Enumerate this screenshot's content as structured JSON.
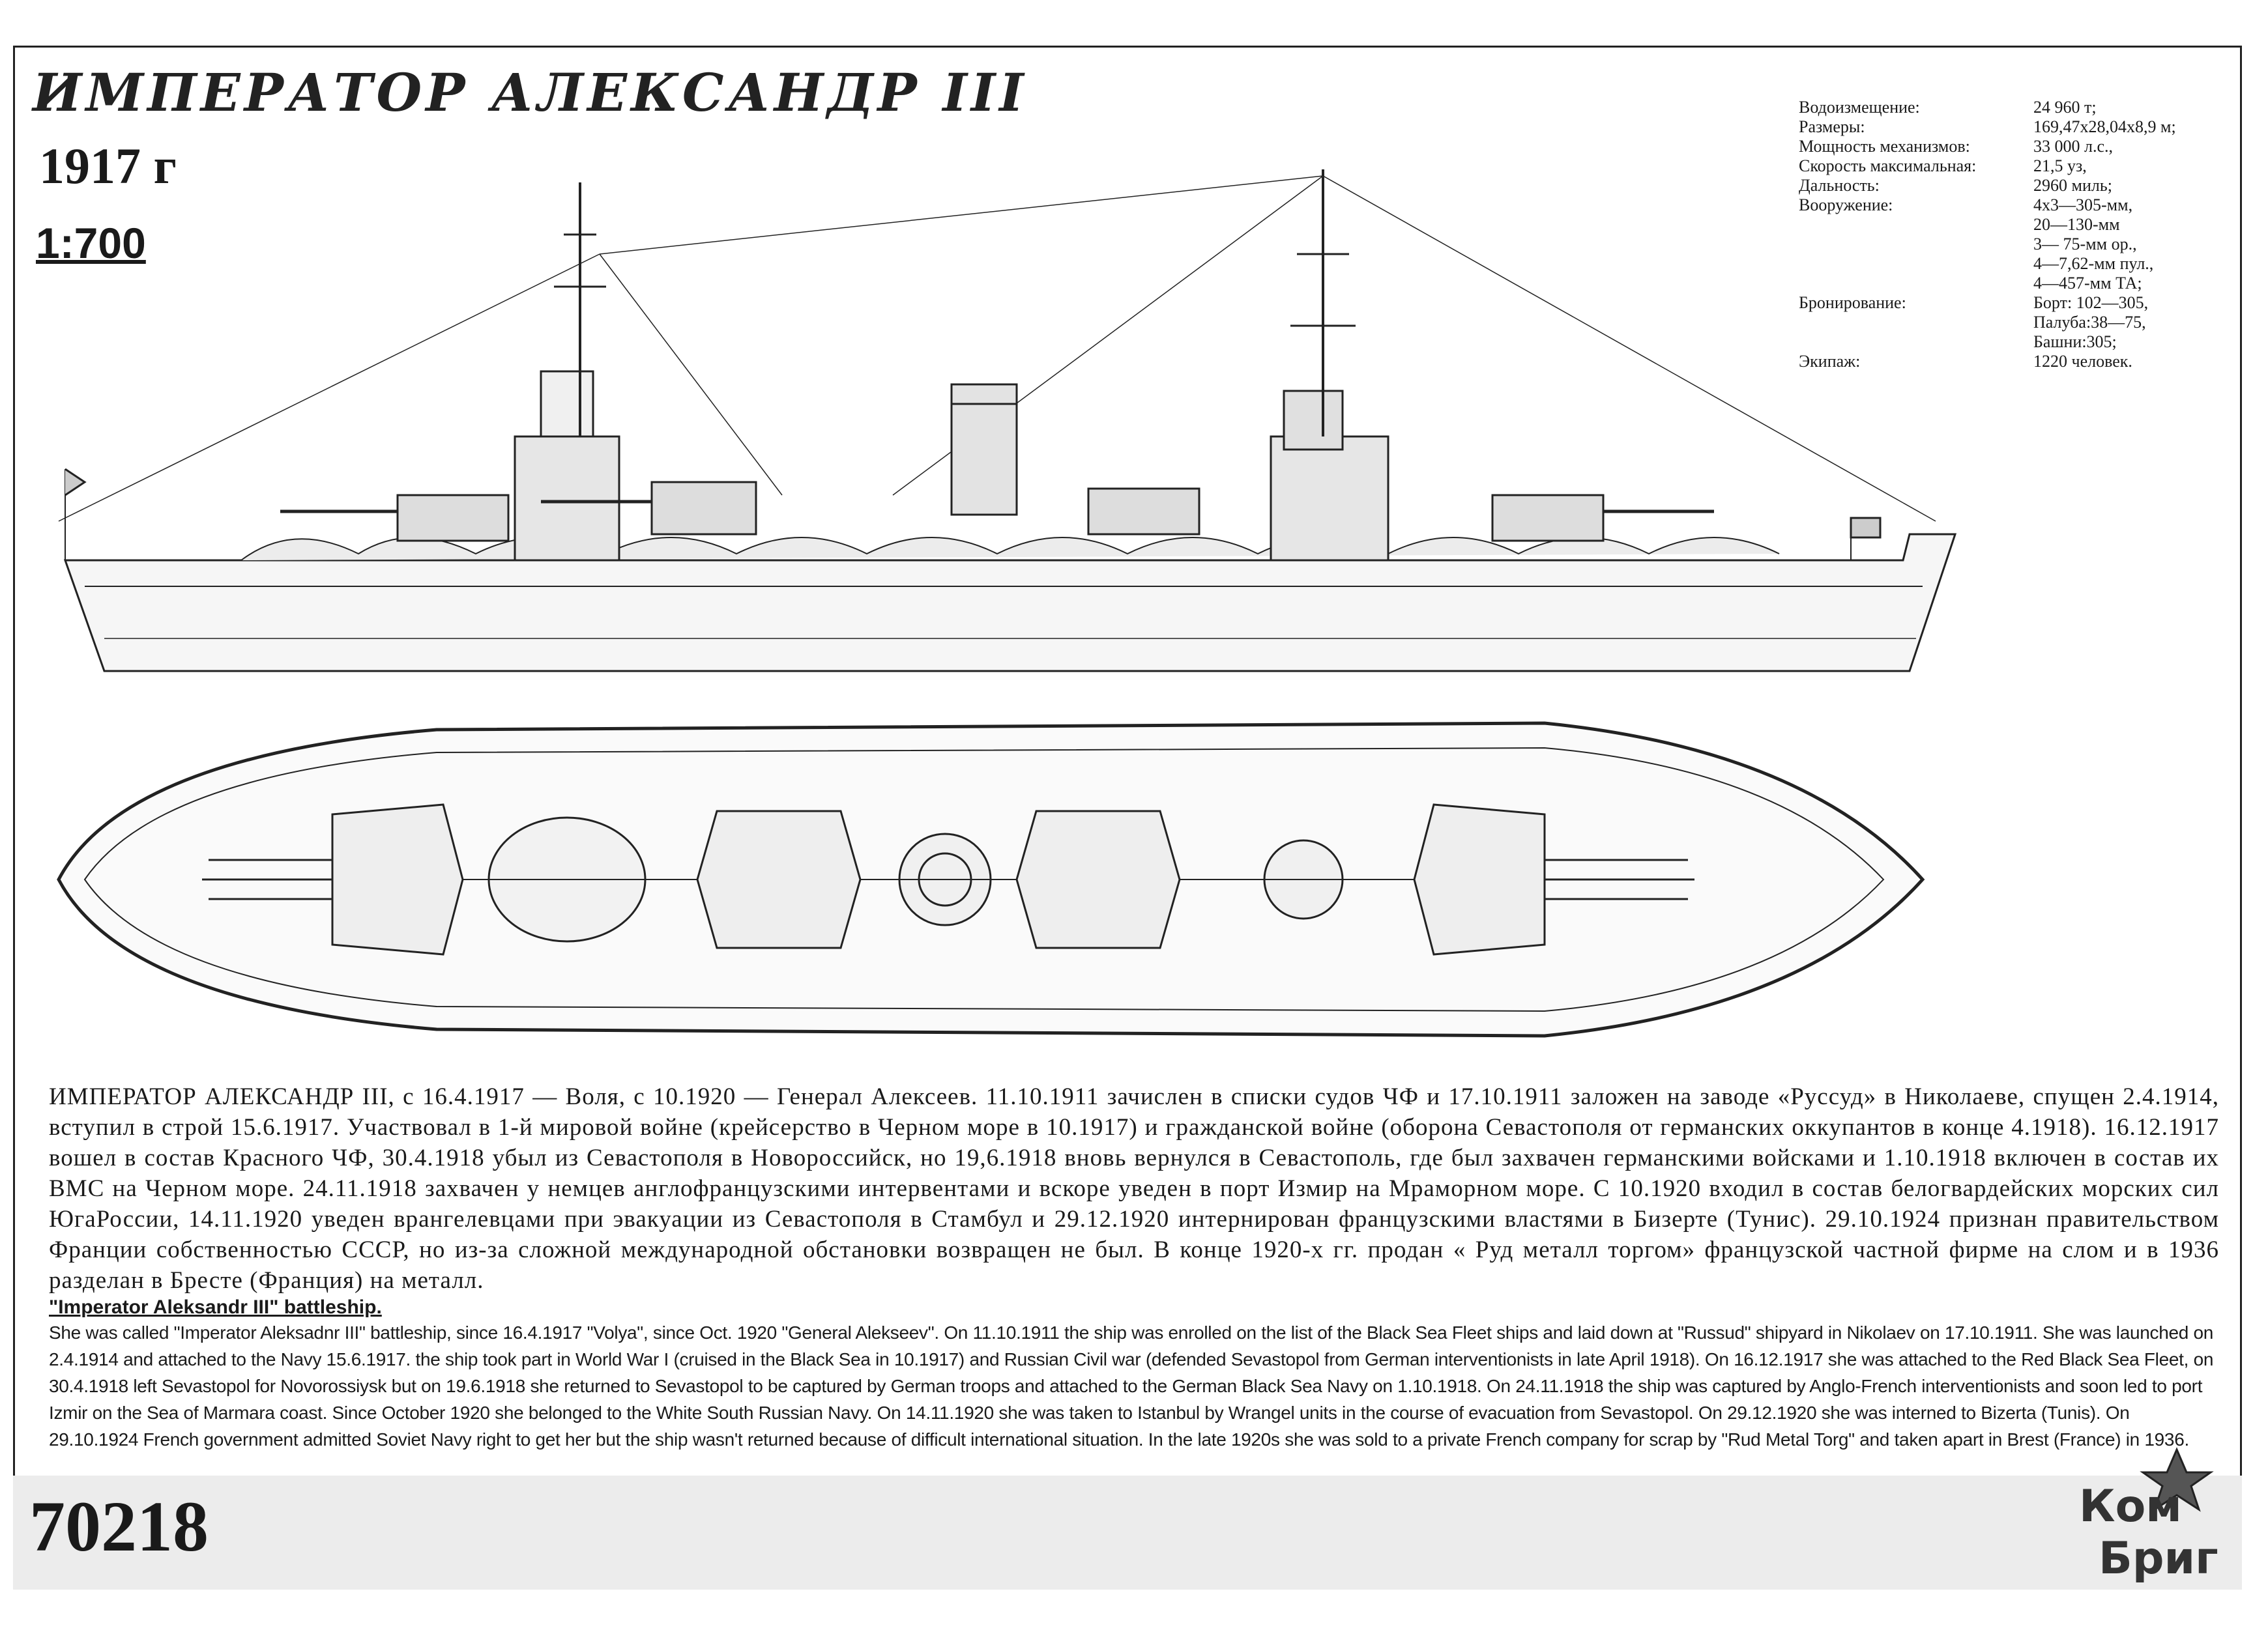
{
  "header": {
    "title": "ИМПЕРАТОР АЛЕКСАНДР III",
    "year": "1917 г",
    "scale": "1:700"
  },
  "specs": [
    {
      "label": "Водоизмещение:",
      "value": "24 960 т;"
    },
    {
      "label": "Размеры:",
      "value": "169,47x28,04x8,9 м;"
    },
    {
      "label": "Мощность механизмов:",
      "value": "33 000 л.с.,"
    },
    {
      "label": "Скорость максимальная:",
      "value": "21,5 уз,"
    },
    {
      "label": "Дальность:",
      "value": "2960 миль;"
    },
    {
      "label": "Вооружение:",
      "value": "4x3—305-мм,"
    },
    {
      "label": "",
      "value": "20—130-мм"
    },
    {
      "label": "",
      "value": "3— 75-мм ор.,"
    },
    {
      "label": "",
      "value": "4—7,62-мм пул.,"
    },
    {
      "label": "",
      "value": "4—457-мм ТА;"
    },
    {
      "label": "Бронирование:",
      "value": "Борт: 102—305,"
    },
    {
      "label": "",
      "value": "Палуба:38—75,"
    },
    {
      "label": "",
      "value": "Башни:305;"
    },
    {
      "label": "Экипаж:",
      "value": "1220 человек."
    }
  ],
  "description_ru": "ИМПЕРАТОР АЛЕКСАНДР III, с 16.4.1917 — Воля, с 10.1920 — Генерал Алексеев. 11.10.1911 зачислен в списки судов ЧФ и 17.10.1911 заложен на заводе «Руссуд» в Николаеве, спущен 2.4.1914, вступил в строй 15.6.1917. Участвовал в 1-й мировой войне (крейсерство в Черном море в 10.1917) и гражданской войне (оборона Севастополя от германских оккупантов в конце 4.1918). 16.12.1917 вошел в состав Красного ЧФ, 30.4.1918 убыл из Севастополя в Новороссийск, но 19,6.1918 вновь вернулся в Севастополь, где был захвачен германскими войсками и 1.10.1918 включен в состав их ВМС на Черном море. 24.11.1918 захвачен у немцев англофранцузскими интервентами и вскоре уведен в порт Измир на Мраморном море. С 10.1920 входил в состав белогвардейских морских сил ЮгаРоссии, 14.11.1920 уведен врангелевцами при эвакуации из Севастополя в Стамбул и 29.12.1920 интернирован французскими властями в Бизерте (Тунис). 29.10.1924 признан правительством Франции собственностью СССР, но из-за сложной международной обстановки возвращен не был. В конце 1920-х гг. продан « Руд металл торгом» французской частной фирме на слом и в 1936 разделан в Бресте (Франция) на металл.",
  "description_en": {
    "heading": "\"Imperator Aleksandr III\" battleship.",
    "body": "She was called \"Imperator Aleksadnr III\" battleship, since 16.4.1917 \"Volya\", since Oct. 1920 \"General Alekseev\". On 11.10.1911 the ship was enrolled on the list of the Black Sea Fleet ships and laid down at \"Russud\" shipyard in Nikolaev on 17.10.1911. She was launched on 2.4.1914 and attached to the Navy 15.6.1917. the ship took part in World War I (cruised in the Black Sea in 10.1917) and Russian Civil war (defended Sevastopol from German interventionists in late April 1918). On 16.12.1917 she was attached to the Red Black Sea Fleet, on 30.4.1918 left Sevastopol for Novorossiysk but on 19.6.1918 she returned to Sevastopol to be captured by German troops and attached to the German Black Sea Navy on 1.10.1918. On 24.11.1918 the ship was captured by Anglo-French interventionists and soon led to port Izmir on the Sea of Marmara coast. Since October 1920 she belonged to the White South Russian Navy. On 14.11.1920 she was taken to Istanbul by Wrangel units in the course of evacuation from Sevastopol. On 29.12.1920 she was interned to Bizerta (Tunis). On 29.10.1924 French government admitted Soviet Navy right to get her but the ship wasn't returned because of difficult international situation. In the late 1920s she was sold to a private French company for scrap by \"Rud Metal Torg\" and taken apart in Brest (France) in 1936."
  },
  "footer": {
    "code": "70218",
    "logo_line1": "Ком",
    "logo_line2": "Бриг"
  }
}
